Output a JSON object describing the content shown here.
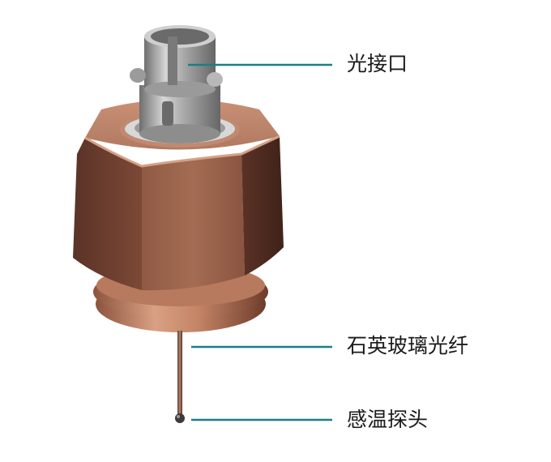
{
  "labels": {
    "optical_port": "光接口",
    "quartz_fiber": "石英玻璃光纤",
    "sensing_probe": "感温探头"
  },
  "colors": {
    "leader_line": "#1a7f86",
    "copper_light": "#c58a6c",
    "copper_mid": "#9a5f44",
    "copper_dark": "#5e3527",
    "steel_light": "#e2e2e2",
    "steel_mid": "#a9a9a9",
    "steel_dark": "#6d6d6d"
  },
  "icons": [
    "fiber-optic-temperature-sensor-illustration"
  ]
}
